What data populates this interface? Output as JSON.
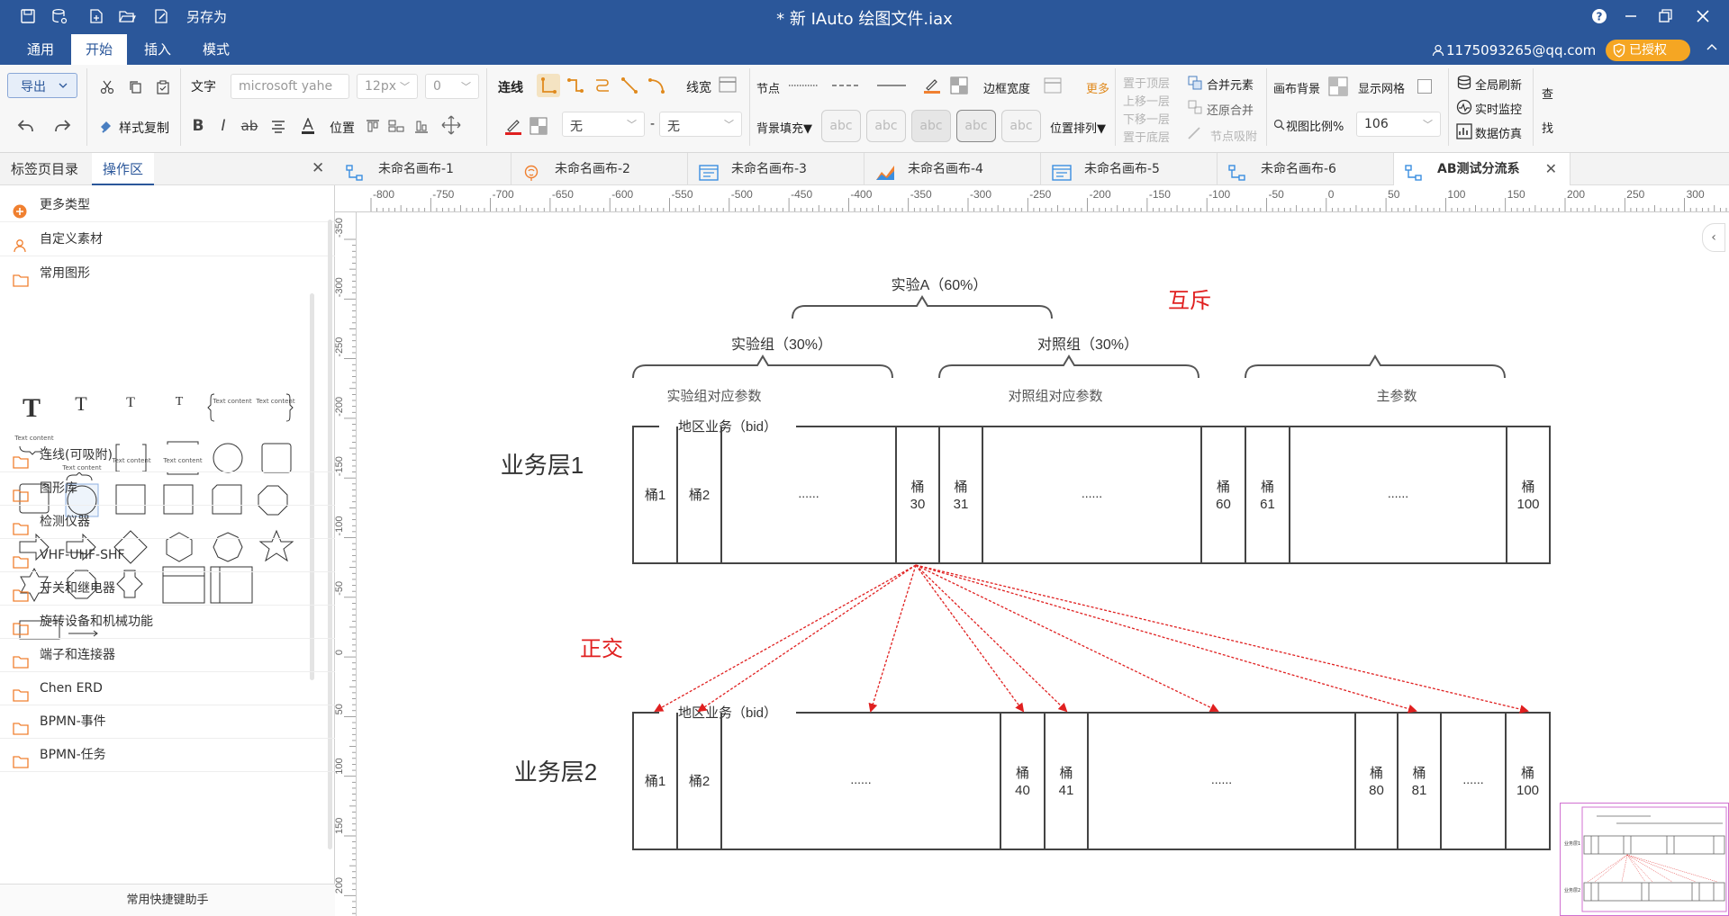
{
  "title_bar": {
    "save_as_label": "另存为",
    "document_title": "* 新 IAuto 绘图文件.iax"
  },
  "menu": {
    "tabs": [
      "通用",
      "开始",
      "插入",
      "模式"
    ],
    "active_tab": "开始",
    "account": "1175093265@qq.com",
    "license_label": "已授权"
  },
  "ribbon": {
    "export_label": "导出",
    "format_copy_label": "样式复制",
    "text_label": "文字",
    "font_family_placeholder": "microsoft yahe",
    "font_size_value": "12px",
    "spacing_value": "0",
    "position_label": "位置",
    "line_label": "连线",
    "line_width_label": "线宽",
    "node_label": "节点",
    "border_width_label": "边框宽度",
    "more_label": "更多",
    "line_style_value": "无",
    "line_dash_separator": "-",
    "line_end_value": "无",
    "bg_fill_label": "背景填充▼",
    "style_sample_label": "abc",
    "position_arrange_label": "位置排列▼",
    "bring_top_label": "置于顶层",
    "move_up_label": "上移一层",
    "move_down_label": "下移一层",
    "send_bottom_label": "置于底层",
    "merge_label": "合并元素",
    "unmerge_label": "还原合并",
    "node_snap_label": "节点吸附",
    "canvas_bg_label": "画布背景",
    "show_grid_label": "显示网格",
    "zoom_label": "视图比例%",
    "zoom_value": "106",
    "refresh_label": "全局刷新",
    "monitor_label": "实时监控",
    "simulation_label": "数据仿真",
    "search_label_top": "查",
    "search_label_bottom": "找"
  },
  "left_panel": {
    "tabs": [
      "标签页目录",
      "操作区"
    ],
    "active_tab": "操作区",
    "more_types_label": "更多类型",
    "custom_material_label": "自定义素材",
    "common_shapes_label": "常用图形",
    "text_content_label": "Text content",
    "categories": [
      "连线(可吸附)",
      "图形库",
      "检测仪器",
      "VHF-UHF-SHF",
      "开关和继电器",
      "旋转设备和机械功能",
      "端子和连接器",
      "Chen ERD",
      "BPMN-事件",
      "BPMN-任务"
    ],
    "shortcut_helper_label": "常用快捷键助手"
  },
  "canvas_tabs": [
    "未命名画布-1",
    "未命名画布-2",
    "未命名画布-3",
    "未命名画布-4",
    "未命名画布-5",
    "未命名画布-6",
    "AB测试分流系"
  ],
  "active_canvas_tab": "AB测试分流系",
  "rulers": {
    "horizontal": [
      "-800",
      "-750",
      "-700",
      "-650",
      "-600",
      "-550",
      "-500",
      "-450",
      "-400",
      "-350",
      "-300",
      "-250",
      "-200",
      "-150",
      "-100",
      "-50",
      "0",
      "50",
      "100",
      "150",
      "200",
      "250",
      "300"
    ],
    "vertical": [
      "-350",
      "-300",
      "-250",
      "-200",
      "-150",
      "-100",
      "-50",
      "0",
      "50",
      "100",
      "150",
      "200"
    ]
  },
  "diagram": {
    "experiment_a_label": "实验A（60%）",
    "mutex_label": "互斥",
    "experiment_group_label": "实验组（30%）",
    "control_group_label": "对照组（30%）",
    "exp_params_label": "实验组对应参数",
    "ctrl_params_label": "对照组对应参数",
    "main_params_label": "主参数",
    "layer1_label": "业务层1",
    "layer2_label": "业务层2",
    "orthogonal_label": "正交",
    "region_label": "地区业务（bid）",
    "ellipsis": "......",
    "layer1_buckets": [
      {
        "top": "桶1",
        "bottom": ""
      },
      {
        "top": "桶2",
        "bottom": ""
      },
      {
        "top": "桶",
        "bottom": "30"
      },
      {
        "top": "桶",
        "bottom": "31"
      },
      {
        "top": "桶",
        "bottom": "60"
      },
      {
        "top": "桶",
        "bottom": "61"
      },
      {
        "top": "桶",
        "bottom": "100"
      }
    ],
    "layer2_buckets": [
      {
        "top": "桶1",
        "bottom": ""
      },
      {
        "top": "桶2",
        "bottom": ""
      },
      {
        "top": "桶",
        "bottom": "40"
      },
      {
        "top": "桶",
        "bottom": "41"
      },
      {
        "top": "桶",
        "bottom": "80"
      },
      {
        "top": "桶",
        "bottom": "81"
      },
      {
        "top": "桶",
        "bottom": "100"
      }
    ],
    "accent_red": "#e02020",
    "arrow_color": "#e02020"
  }
}
